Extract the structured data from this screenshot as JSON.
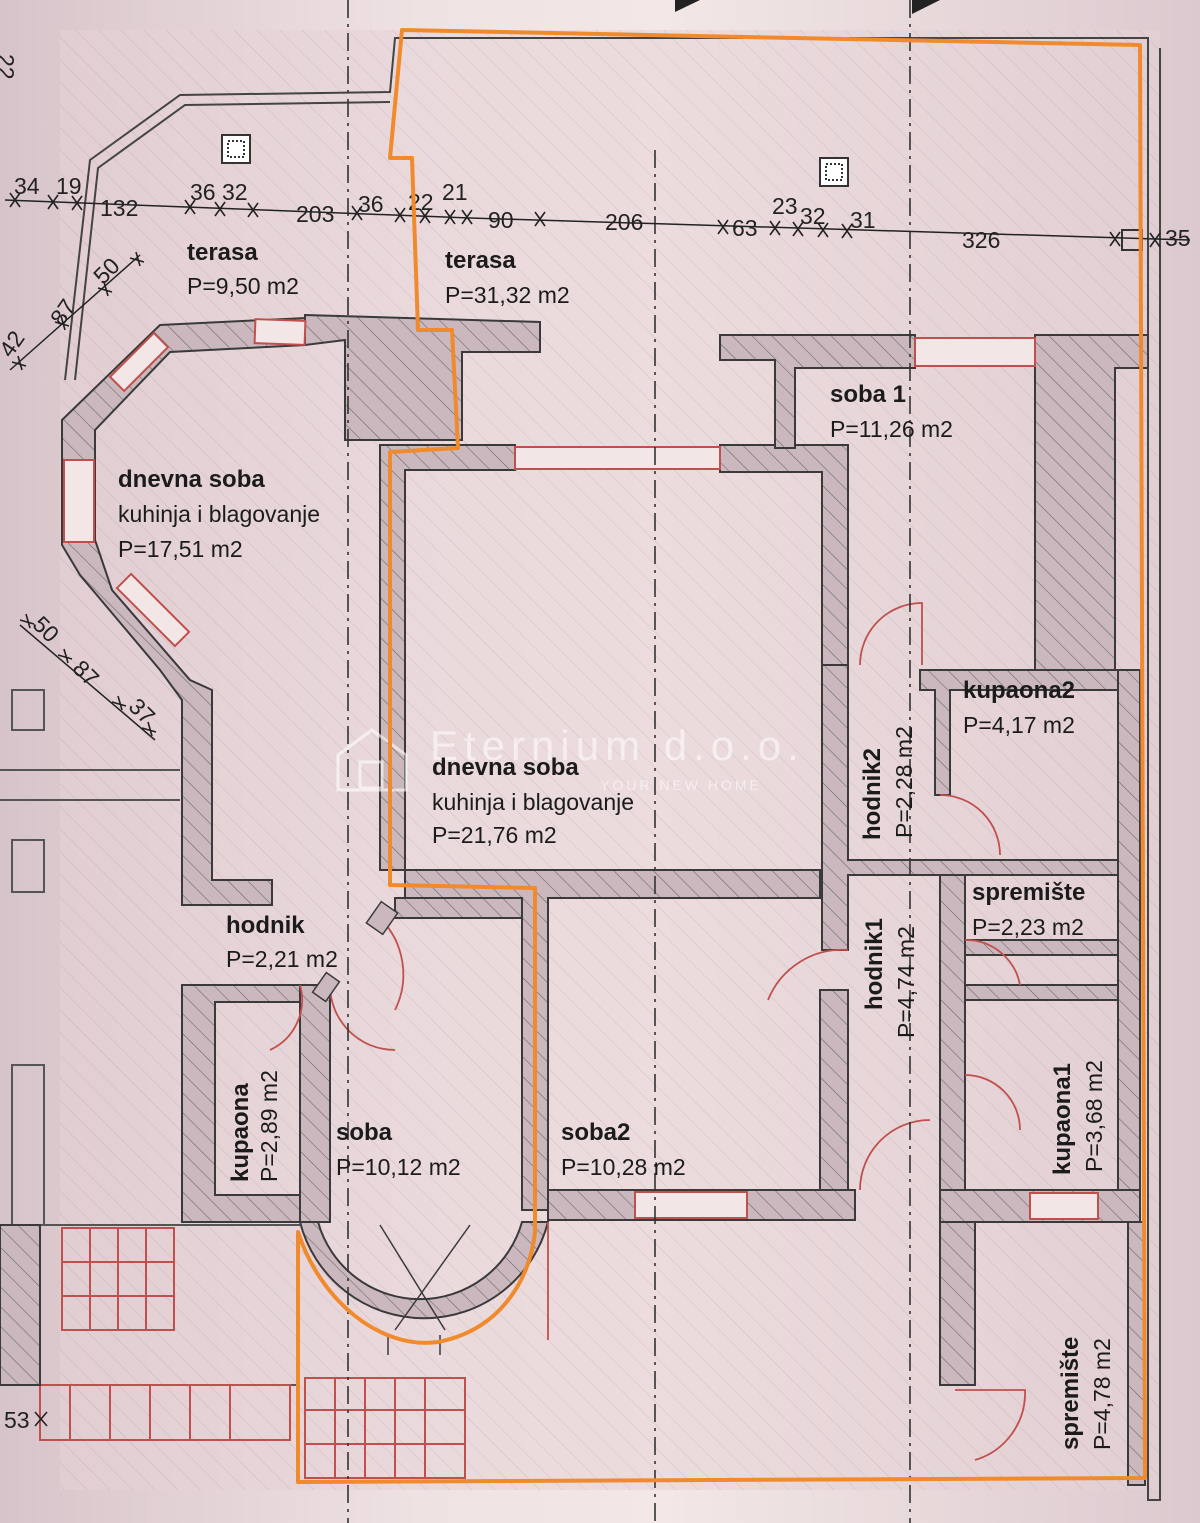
{
  "rooms": {
    "terasa_left": {
      "name": "terasa",
      "area": "P=9,50 m2"
    },
    "terasa_main": {
      "name": "terasa",
      "area": "P=31,32 m2"
    },
    "dnevna_left": {
      "name": "dnevna soba",
      "sub": "kuhinja i blagovanje",
      "area": "P=17,51 m2"
    },
    "dnevna_main": {
      "name": "dnevna soba",
      "sub": "kuhinja i blagovanje",
      "area": "P=21,76 m2"
    },
    "soba1": {
      "name": "soba 1",
      "area": "P=11,26 m2"
    },
    "kupaona2": {
      "name": "kupaona2",
      "area": "P=4,17 m2"
    },
    "hodnik2": {
      "name": "hodnik2",
      "area": "P=2,28 m2"
    },
    "spremiste_top": {
      "name": "spremište",
      "area": "P=2,23 m2"
    },
    "hodnik1": {
      "name": "hodnik1",
      "area": "P=4,74 m2"
    },
    "kupaona1": {
      "name": "kupaona1",
      "area": "P=3,68 m2"
    },
    "hodnik": {
      "name": "hodnik",
      "area": "P=2,21 m2"
    },
    "kupaona": {
      "name": "kupaona",
      "area": "P=2,89 m2"
    },
    "soba": {
      "name": "soba",
      "area": "P=10,12 m2"
    },
    "soba2": {
      "name": "soba2",
      "area": "P=10,28 m2"
    },
    "spremiste_bottom": {
      "name": "spremište",
      "area": "P=4,78 m2"
    }
  },
  "dimensions": {
    "top_row": [
      "34",
      "19",
      "132",
      "36",
      "32",
      "203",
      "36",
      "22",
      "21",
      "90",
      "206",
      "63",
      "23",
      "32",
      "31",
      "326",
      "35"
    ],
    "left_upper": [
      "42",
      "87",
      "50"
    ],
    "left_lower": [
      "50",
      "87",
      "37"
    ],
    "bottom": "53",
    "corner": "22"
  },
  "watermark": {
    "brand": "Eternium d.o.o.",
    "tagline": "YOUR NEW HOME"
  },
  "colors": {
    "paper": "#e7d6dc",
    "wall_fill": "#cbb7bd",
    "wall_line": "#3a3a3a",
    "window": "#c0504d",
    "highlight": "#f08a2c",
    "watermark": "#ffffff"
  }
}
